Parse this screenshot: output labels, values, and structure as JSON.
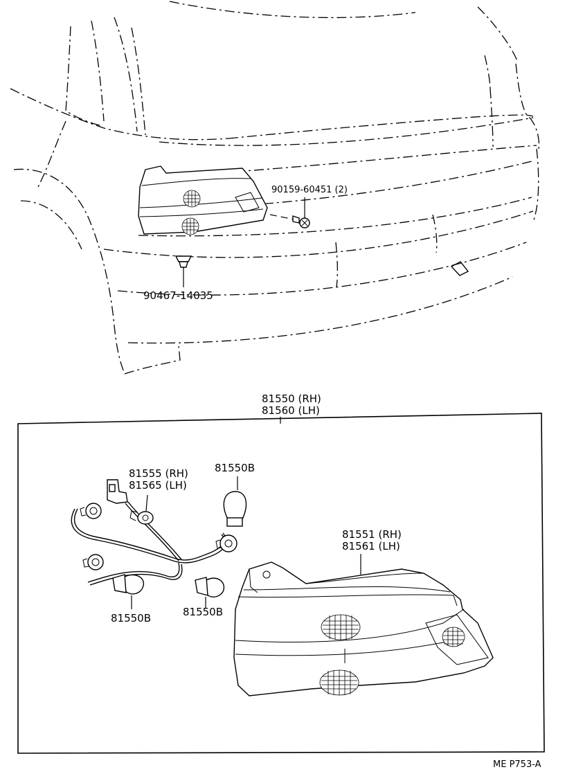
{
  "labels": {
    "screw": "90159-60451 (2)",
    "clip": "90467-14035",
    "assy_rh": "81550 (RH)",
    "assy_lh": "81560 (LH)",
    "socket_rh": "81555 (RH)",
    "socket_lh": "81565 (LH)",
    "bulb_top": "81550B",
    "bulb_left": "81550B",
    "bulb_bottom": "81550B",
    "lens_rh": "81551 (RH)",
    "lens_lh": "81561 (LH)",
    "figure_code": "ME  P753-A"
  }
}
